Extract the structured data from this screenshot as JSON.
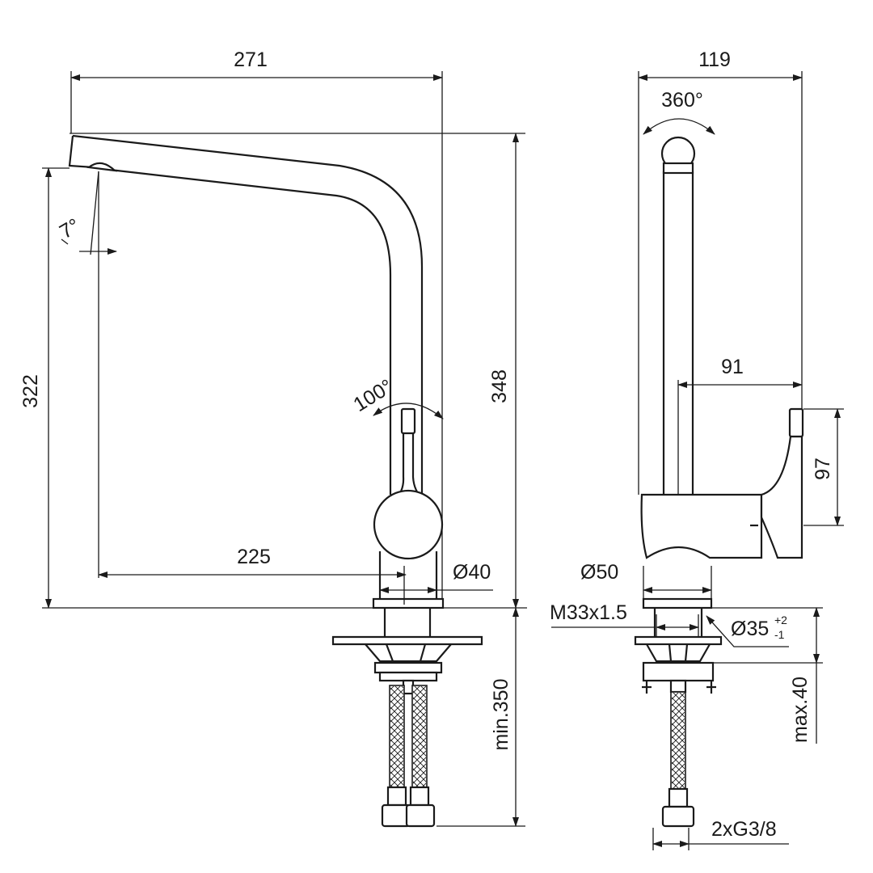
{
  "front_view": {
    "width": "271",
    "spout_reach": "225",
    "spout_height": "322",
    "total_height": "348",
    "spout_angle": "7°",
    "lever_rotation": "100°",
    "base_diameter": "Ø40",
    "supply_length": "min.350"
  },
  "side_view": {
    "depth": "119",
    "spout_swivel": "360°",
    "lever_offset": "91",
    "lever_height": "97",
    "base_diameter": "Ø50",
    "thread": "M33x1.5",
    "hole_diameter": "Ø35",
    "hole_tolerance_upper": "+2",
    "hole_tolerance_lower": "-1",
    "max_deck_thickness": "max.40",
    "connections": "2xG3/8"
  }
}
